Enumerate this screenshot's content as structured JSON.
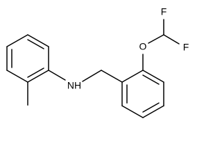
{
  "molecule": {
    "atom_labels": {
      "amine": "NH",
      "ether_oxygen": "O",
      "fluorine_top": "F",
      "fluorine_right": "F"
    },
    "colors": {
      "bond": "#000000",
      "label": "#000000",
      "background": "#ffffff"
    }
  }
}
